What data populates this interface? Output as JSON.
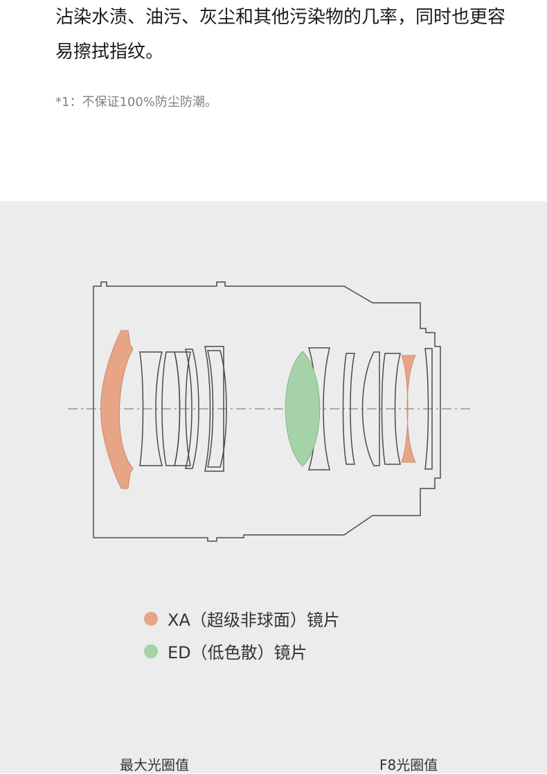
{
  "article": {
    "paragraph": "沾染水渍、油污、灰尘和其他污染物的几率，同时也更容易擦拭指纹。",
    "footnote": "*1：不保证100%防尘防潮。"
  },
  "diagram": {
    "colors": {
      "xa_lens": "#e8a586",
      "ed_lens": "#a5d2a9",
      "outline": "#4a4a4a",
      "background": "#ececec"
    },
    "legend": [
      {
        "label": "XA（超级非球面）镜片",
        "color": "#e8a586"
      },
      {
        "label": "ED（低色散）镜片",
        "color": "#a5d2a9"
      }
    ],
    "captions": {
      "left": "最大光圈值",
      "right": "F8光圈值"
    }
  }
}
